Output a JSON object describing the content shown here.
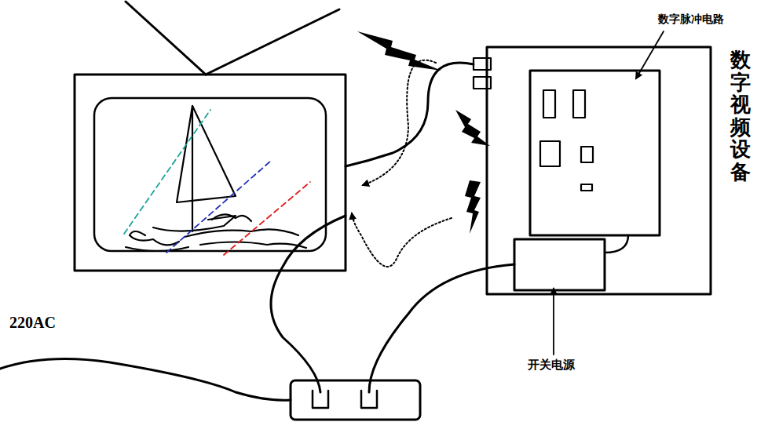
{
  "diagram": {
    "labels": [
      "数字脉冲电路",
      "数字视频设备",
      "开关电源",
      "220AC"
    ]
  }
}
